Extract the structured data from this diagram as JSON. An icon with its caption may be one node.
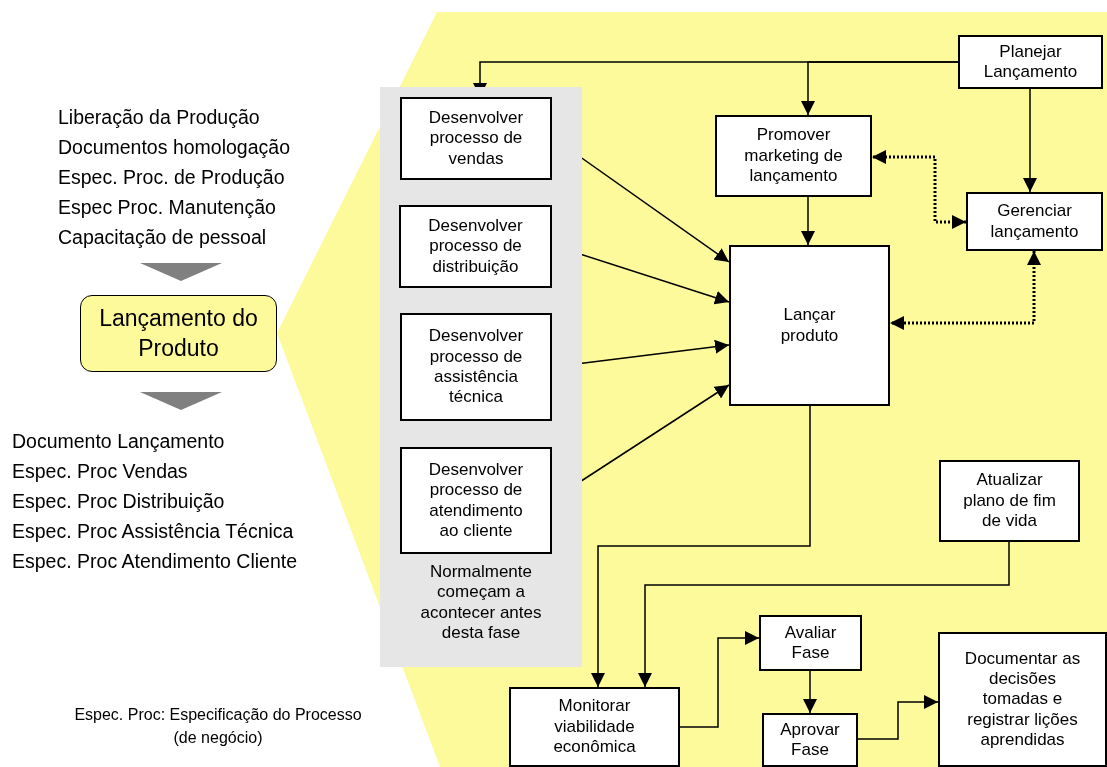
{
  "diagram": {
    "nodes": [
      {
        "text": [
          "Lançamento do Produto"
        ]
      },
      {
        "text": [
          "Planejar Lançamento"
        ]
      },
      {
        "text": [
          "Normalmente começam a acontecer antes desta fase"
        ]
      },
      {
        "text": [
          "Desenvolver processo de vendas"
        ],
        "in": 2
      },
      {
        "text": [
          "Desenvolver processo de distribuição"
        ],
        "in": 2
      },
      {
        "text": [
          "Desenvolver processo de assistência técnica"
        ],
        "in": 2
      },
      {
        "text": [
          "Desenvolver processo de atendimento ao cliente"
        ],
        "in": 2
      },
      {
        "text": [
          "Promover marketing de lançamento"
        ]
      },
      {
        "text": [
          "Gerenciar lançamento"
        ]
      },
      {
        "text": [
          "Lançar produto"
        ]
      },
      {
        "text": [
          "Atualizar plano de fim de vida"
        ]
      },
      {
        "text": [
          "Avaliar Fase"
        ]
      },
      {
        "text": [
          "Monitorar viabilidade econômica"
        ]
      },
      {
        "text": [
          "Aprovar Fase"
        ]
      },
      {
        "text": [
          "Documentar as decisões tomadas e registrar lições aprendidas"
        ]
      }
    ],
    "edges": [
      {
        "from": 1,
        "to": 3,
        "arrow": "to"
      },
      {
        "from": 1,
        "to": 7,
        "arrow": "to"
      },
      {
        "from": 1,
        "to": 8,
        "arrow": "to"
      },
      {
        "from": 7,
        "to": 9,
        "arrow": "to"
      },
      {
        "from": 8,
        "to": 7,
        "arrow": "both",
        "style": "dashed"
      },
      {
        "from": 8,
        "to": 9,
        "arrow": "both",
        "style": "dashed"
      },
      {
        "from": 3,
        "to": 9,
        "arrow": "to"
      },
      {
        "from": 4,
        "to": 9,
        "arrow": "to"
      },
      {
        "from": 5,
        "to": 9,
        "arrow": "to"
      },
      {
        "from": 6,
        "to": 9,
        "arrow": "to"
      },
      {
        "from": 9,
        "to": 12,
        "arrow": "to"
      },
      {
        "from": 10,
        "to": 12,
        "arrow": "to"
      },
      {
        "from": 12,
        "to": 11,
        "arrow": "to"
      },
      {
        "from": 11,
        "to": 13,
        "arrow": "to"
      },
      {
        "from": 13,
        "to": 14,
        "arrow": "to"
      }
    ],
    "labels": [
      "Liberação da Produção",
      "Documentos homologação",
      "Espec. Proc. de Produção",
      "Espec Proc. Manutenção",
      "Capacitação de pessoal",
      "Documento Lançamento",
      "Espec. Proc Vendas",
      "Espec. Proc Distribuição",
      "Espec. Proc Assistência Técnica",
      "Espec. Proc Atendimento Cliente",
      "Espec. Proc: Especificação do Processo (de negócio)"
    ]
  }
}
